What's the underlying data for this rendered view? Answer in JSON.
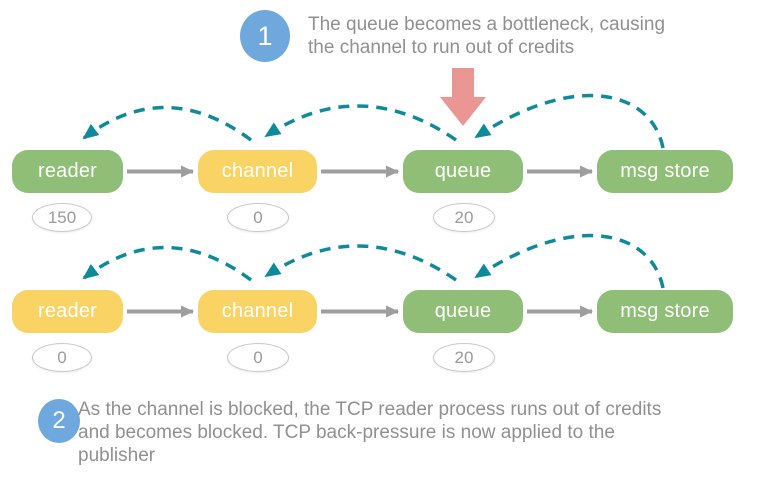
{
  "diagram": {
    "title_context": "message flow credit back-pressure diagram",
    "annotations": [
      {
        "number": "1",
        "lines": [
          "The queue becomes a bottleneck, causing",
          "the channel to run out of credits"
        ]
      },
      {
        "number": "2",
        "lines": [
          "As the channel is blocked, the TCP reader process runs out of credits",
          "and becomes blocked. TCP back-pressure is now applied to the",
          "publisher"
        ]
      }
    ],
    "rows": [
      {
        "nodes": [
          {
            "label": "reader",
            "state": "green",
            "credits": "150"
          },
          {
            "label": "channel",
            "state": "yellow",
            "credits": "0"
          },
          {
            "label": "queue",
            "state": "green",
            "credits": "20"
          },
          {
            "label": "msg store",
            "state": "green"
          }
        ]
      },
      {
        "nodes": [
          {
            "label": "reader",
            "state": "yellow",
            "credits": "0"
          },
          {
            "label": "channel",
            "state": "yellow",
            "credits": "0"
          },
          {
            "label": "queue",
            "state": "green",
            "credits": "20"
          },
          {
            "label": "msg store",
            "state": "green"
          }
        ]
      }
    ],
    "colors": {
      "node_green": "#8FBE76",
      "node_yellow": "#FAD365",
      "badge_blue": "#6FA8DC",
      "bottleneck_arrow_red": "#EA9794",
      "credit_flow_teal": "#0F8A9B",
      "message_flow_gray": "#9E9E9E",
      "note_text_gray": "#909090",
      "credit_oval_border": "#C9C9C9"
    }
  }
}
